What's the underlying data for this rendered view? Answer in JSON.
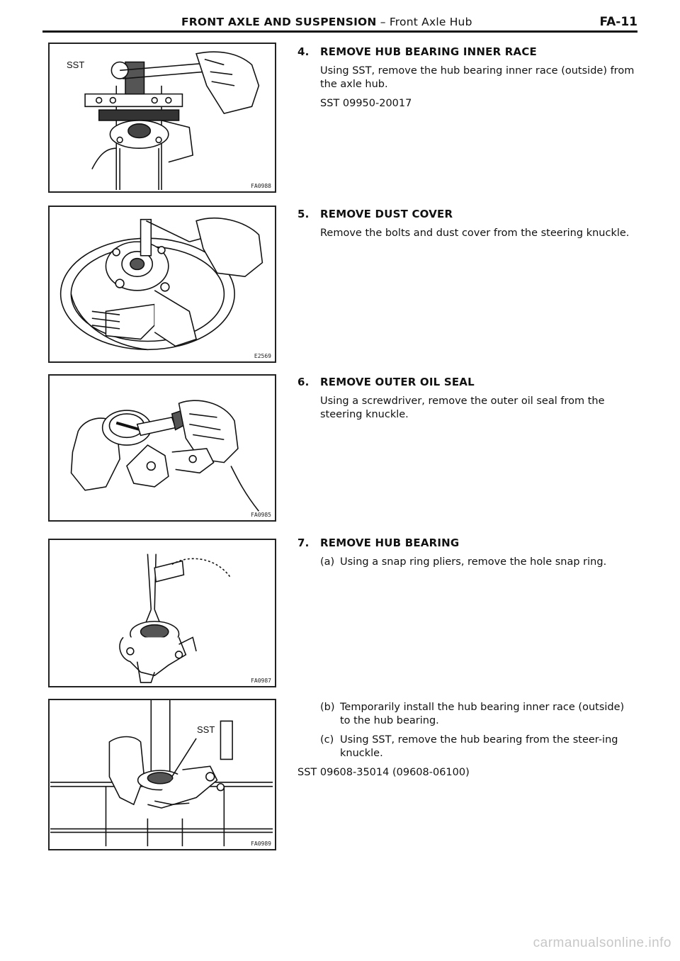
{
  "header": {
    "section": "FRONT AXLE AND SUSPENSION",
    "separator": " – ",
    "subsection": "Front Axle Hub",
    "page": "FA-11"
  },
  "figures": [
    {
      "code": "FA0988",
      "label": "SST"
    },
    {
      "code": "E2569"
    },
    {
      "code": "FA0985"
    },
    {
      "code": "FA0987"
    },
    {
      "code": "FA0989",
      "label": "SST"
    }
  ],
  "steps": [
    {
      "number": "4.",
      "title": "REMOVE HUB BEARING INNER RACE",
      "text": "Using SST, remove the hub bearing inner race (outside) from the axle hub.",
      "sst": "SST 09950-20017"
    },
    {
      "number": "5.",
      "title": "REMOVE DUST COVER",
      "text": "Remove the bolts and dust cover from the steering knuckle."
    },
    {
      "number": "6.",
      "title": "REMOVE OUTER OIL SEAL",
      "text": "Using a screwdriver, remove the outer oil seal from the steering knuckle."
    },
    {
      "number": "7.",
      "title": "REMOVE HUB BEARING",
      "sub": [
        {
          "label": "(a)",
          "text": "Using a snap ring pliers, remove the hole snap ring."
        },
        {
          "label": "(b)",
          "text": "Temporarily install the hub bearing inner race (outside) to the hub bearing."
        },
        {
          "label": "(c)",
          "text": "Using SST, remove the hub bearing from the steer-ing knuckle."
        }
      ],
      "sst": "SST 09608-35014 (09608-06100)"
    }
  ],
  "watermark": "carmanualsonline.info"
}
